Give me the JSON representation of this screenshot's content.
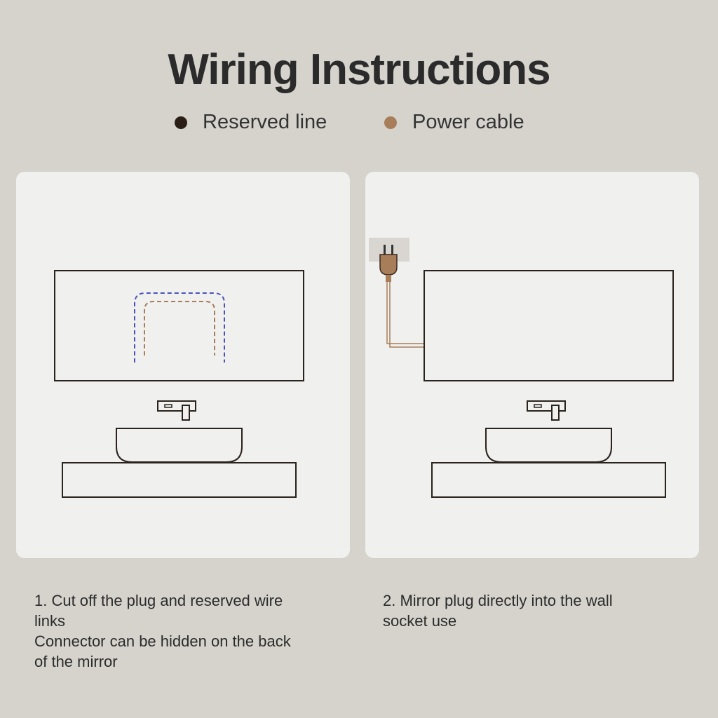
{
  "title": "Wiring Instructions",
  "legend": [
    {
      "label": "Reserved line",
      "color": "#2a1e16",
      "icon": "dot-icon"
    },
    {
      "label": "Power cable",
      "color": "#a77d5a",
      "icon": "dot-icon"
    }
  ],
  "colors": {
    "outline": "#2a221c",
    "reserved_dashed": "#4a54b8",
    "power_cable": "#a77d5a",
    "panel_bg": "#f0f0ef",
    "page_bg": "#d6d3cd"
  },
  "captions": [
    {
      "lines": [
        "1. Cut off the plug and reserved wire",
        "links",
        "Connector can be hidden on the back",
        "of the mirror"
      ]
    },
    {
      "lines": [
        "2. Mirror plug directly into the wall",
        "socket use"
      ]
    }
  ]
}
